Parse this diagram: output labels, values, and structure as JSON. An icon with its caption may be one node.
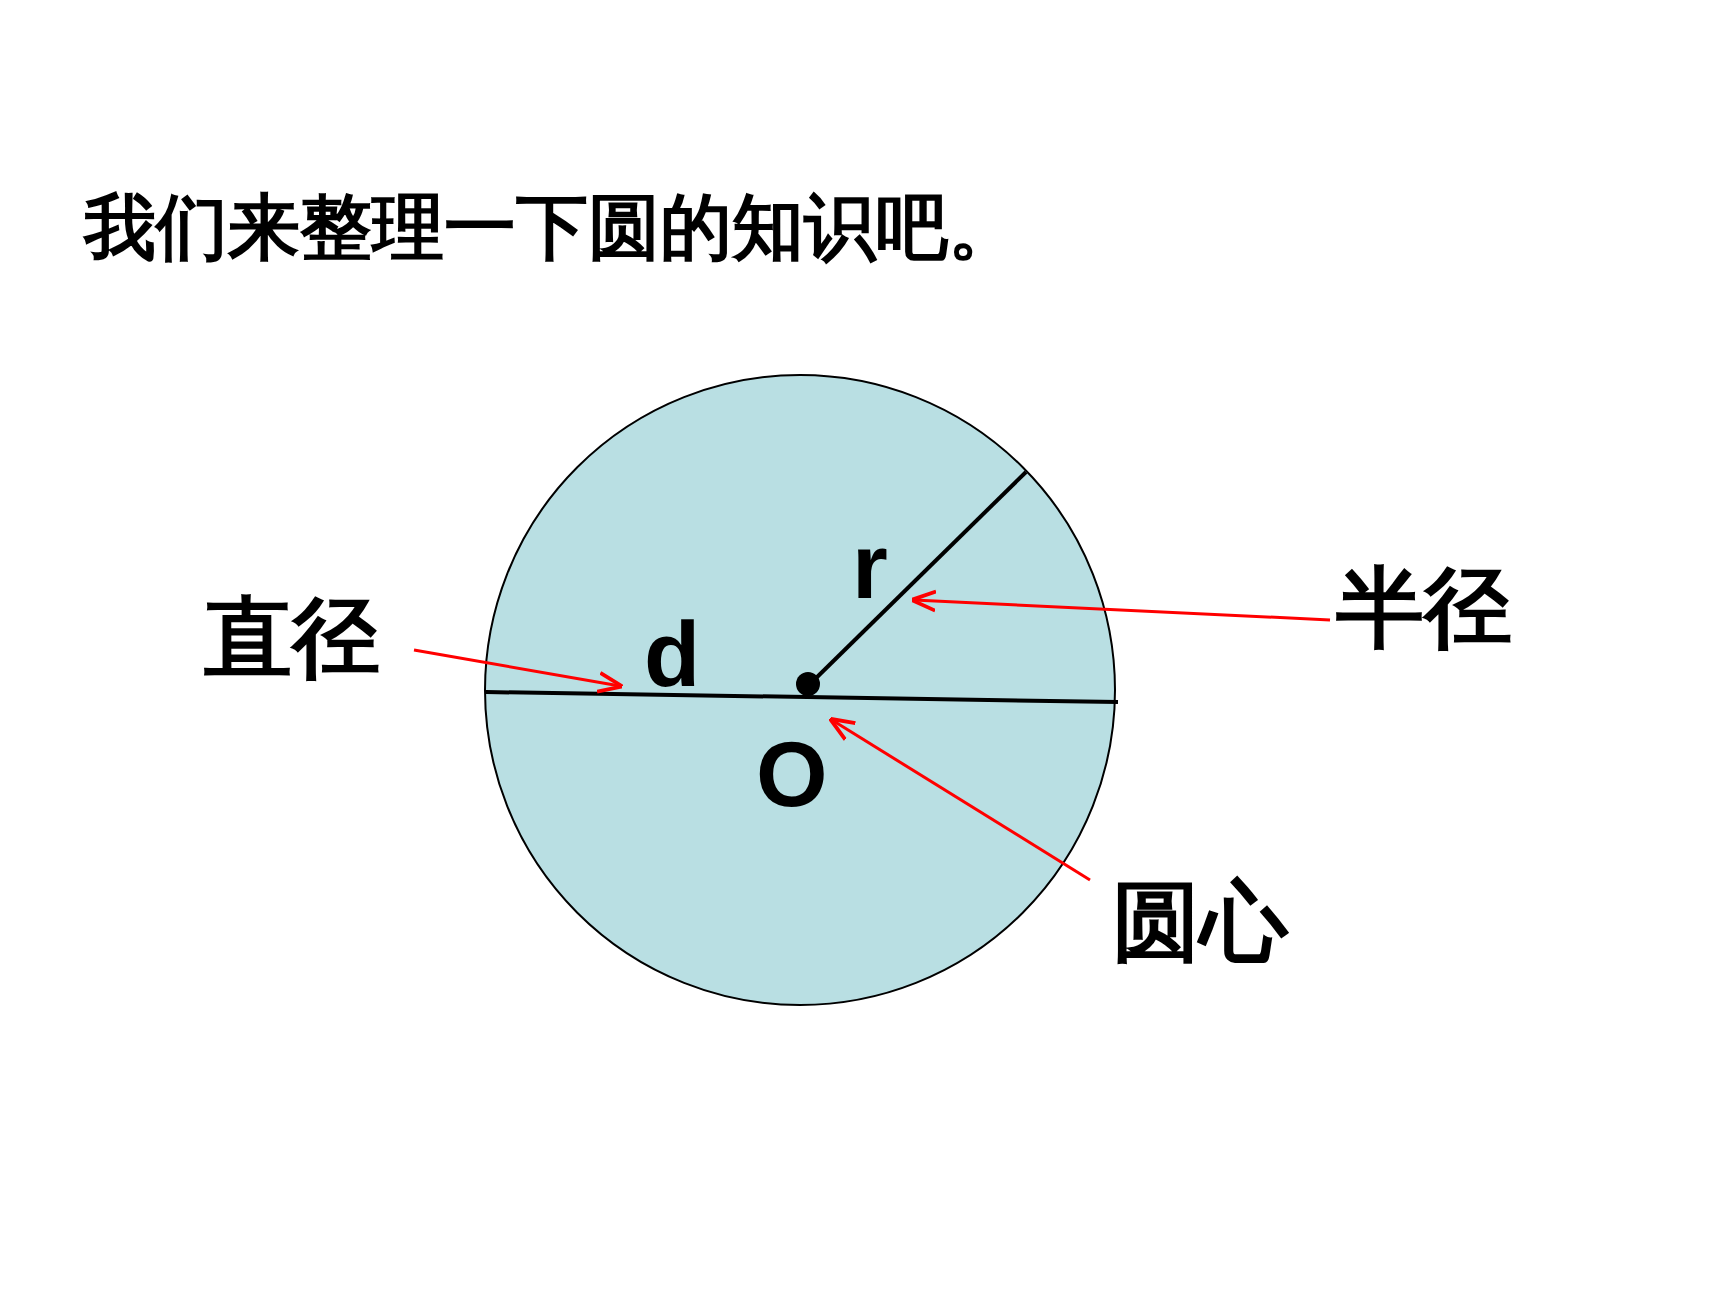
{
  "diagram": {
    "title": "我们来整理一下圆的知识吧。",
    "nodes": [
      {
        "text": [],
        "shape": "circle"
      },
      {
        "text": [
          "直径"
        ]
      },
      {
        "text": [
          "半径"
        ]
      },
      {
        "text": [
          "圆心"
        ]
      },
      {
        "text": [],
        "shape": "line",
        "in": 0
      },
      {
        "text": [],
        "shape": "line",
        "in": 0
      },
      {
        "text": [],
        "shape": "dot",
        "in": 0
      }
    ],
    "edges": [
      {
        "from": 1,
        "to": 4,
        "arrow": "to"
      },
      {
        "from": 2,
        "to": 5,
        "arrow": "to"
      },
      {
        "from": 3,
        "to": 6,
        "arrow": "to"
      }
    ],
    "labels": [
      "r",
      "d",
      "O"
    ]
  }
}
